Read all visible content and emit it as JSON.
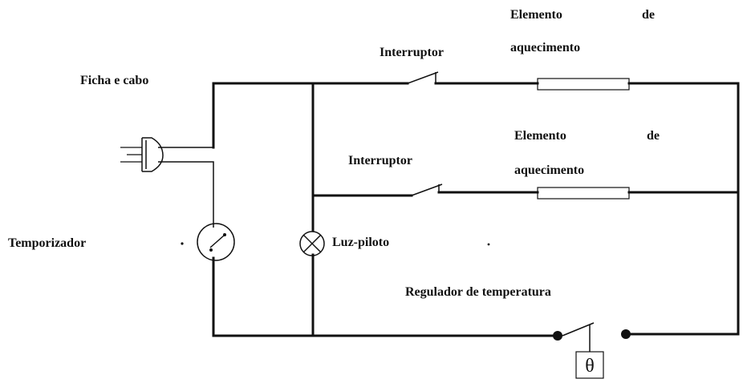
{
  "labels": {
    "plug": "Ficha e cabo",
    "timer": "Temporizador",
    "pilot_light": "Luz-piloto",
    "switch_top": "Interruptor",
    "switch_bottom": "Interruptor",
    "heater_top_line1": "Elemento",
    "heater_top_de": "de",
    "heater_top_line2": "aquecimento",
    "heater_bottom_line1": "Elemento",
    "heater_bottom_de": "de",
    "heater_bottom_line2": "aquecimento",
    "thermostat": "Regulador de temperatura",
    "theta_symbol": "θ"
  },
  "colors": {
    "ink": "#111111",
    "background": "#ffffff"
  }
}
